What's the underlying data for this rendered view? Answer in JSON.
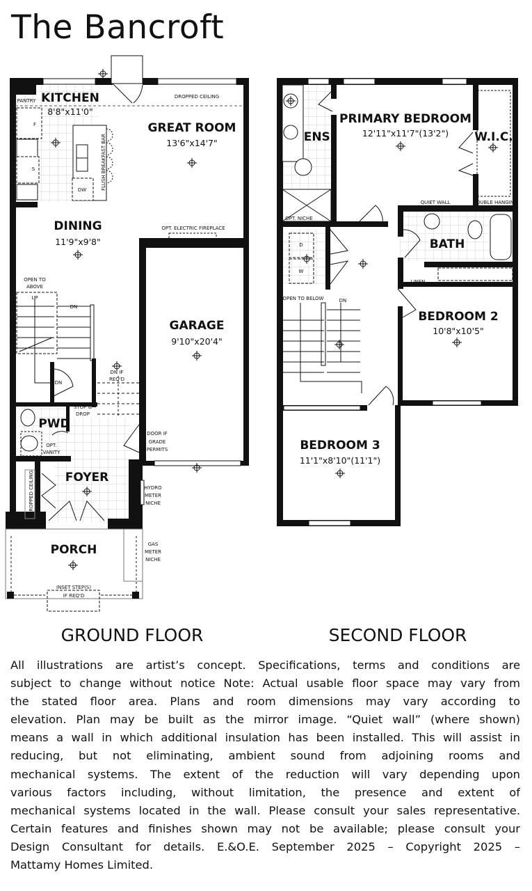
{
  "title": "The Bancroft",
  "ground_floor": {
    "label": "GROUND FLOOR",
    "rooms": [
      {
        "name": "KITCHEN",
        "dims": "8'8\"x11'0\""
      },
      {
        "name": "GREAT ROOM",
        "dims": "13'6\"x14'7\""
      },
      {
        "name": "DINING",
        "dims": "11'9\"x9'8\""
      },
      {
        "name": "GARAGE",
        "dims": "9'10\"x20'4\""
      },
      {
        "name": "PWD",
        "dims": ""
      },
      {
        "name": "FOYER",
        "dims": ""
      },
      {
        "name": "PORCH",
        "dims": ""
      }
    ],
    "notes": {
      "pantry": "PANTRY",
      "dropped_ceiling": "DROPPED CEILING",
      "flush_bar": "FLUSH BREAKFAST BAR",
      "fridge": "F",
      "stove": "S",
      "dishwasher": "DW",
      "fireplace": "OPT. ELECTRIC FIREPLACE",
      "open_above_1": "OPEN TO",
      "open_above_2": "ABOVE",
      "up": "UP",
      "dn": "DN",
      "dn2": "DN",
      "dn_if_1": "DN IF",
      "dn_if_2": "REQ'D",
      "stop_1": "STOP &",
      "stop_2": "DROP",
      "opt_vanity_1": "OPT.",
      "opt_vanity_2": "VANITY",
      "door_if_1": "DOOR IF",
      "door_if_2": "GRADE",
      "door_if_3": "PERMITS",
      "dropped_ceiling_2": "DROPPED CEILING",
      "hydro_1": "HYDRO",
      "hydro_2": "METER",
      "hydro_3": "NICHE",
      "gas_1": "GAS",
      "gas_2": "METER",
      "gas_3": "NICHE",
      "inset_1": "INSET STEP(S)",
      "inset_2": "IF REQ'D"
    }
  },
  "second_floor": {
    "label": "SECOND FLOOR",
    "rooms": [
      {
        "name": "PRIMARY BEDROOM",
        "dims": "12'11\"x11'7\"(13'2\")"
      },
      {
        "name": "ENS.",
        "dims": ""
      },
      {
        "name": "W.I.C.",
        "dims": ""
      },
      {
        "name": "BATH",
        "dims": ""
      },
      {
        "name": "BEDROOM 2",
        "dims": "10'8\"x10'5\""
      },
      {
        "name": "BEDROOM 3",
        "dims": "11'1\"x8'10\"(11'1\")"
      }
    ],
    "notes": {
      "quiet_wall": "QUIET WALL",
      "double_hanging": "DOUBLE HANGING",
      "opt_niche": "OPT. NICHE",
      "dryer": "D",
      "washer": "W",
      "linen": "LINEN",
      "open_below": "OPEN TO BELOW",
      "dn": "DN"
    }
  },
  "disclaimer_lines": [
    "All illustrations are artist’s concept. Specifications, terms and conditions are",
    "subject to change without notice Note: Actual usable floor space may vary from",
    "the stated floor area. Plans and room dimensions may vary according to",
    "elevation. Plan may be built as the mirror image. “Quiet wall” (where shown)",
    "means a wall in which additional insulation has been installed. This will assist in",
    "reducing, but not eliminating, ambient sound from adjoining rooms and",
    "mechanical systems. The extent of the reduction will vary depending upon",
    "various factors including, without limitation, the presence and extent of",
    "mechanical systems located in the wall. Please consult your sales representative.",
    "Certain features and finishes shown may not be available; please consult your",
    "Design Consultant for details. E.&O.E. September 2025 – Copyright 2025 –",
    "Mattamy Homes Limited."
  ]
}
